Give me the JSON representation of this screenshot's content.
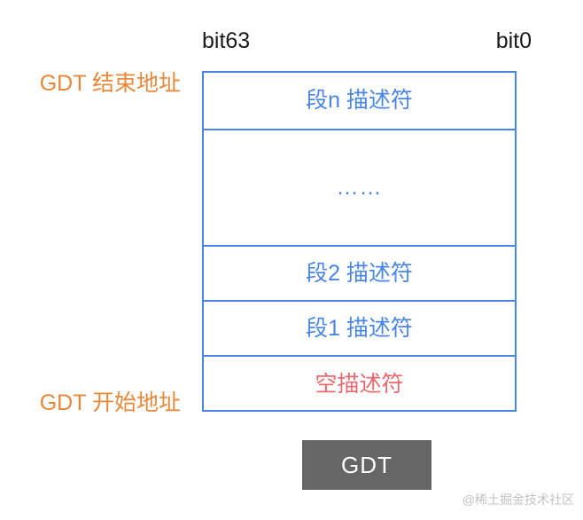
{
  "diagram": {
    "title": "GDT",
    "colors": {
      "border_blue": "#4A86E8",
      "text_blue": "#4A86E8",
      "label_orange": "#E8883A",
      "null_descriptor_red": "#E8696E",
      "caption_box_gray": "#666666",
      "watermark_gray": "#c2c2c2",
      "background": "#ffffff"
    },
    "bit_axis": {
      "left_label": "bit63",
      "right_label": "bit0"
    },
    "address_labels": {
      "end": "GDT 结束地址",
      "start": "GDT 开始地址"
    },
    "table_rows": [
      {
        "text": "段n 描述符",
        "color": "#4A86E8"
      },
      {
        "text": "……",
        "color": "#4A86E8"
      },
      {
        "text": "段2 描述符",
        "color": "#4A86E8"
      },
      {
        "text": "段1 描述符",
        "color": "#4A86E8"
      },
      {
        "text": "空描述符",
        "color": "#E8696E"
      }
    ],
    "caption_box": {
      "label": "GDT"
    },
    "watermark": "@稀土掘金技术社区"
  }
}
